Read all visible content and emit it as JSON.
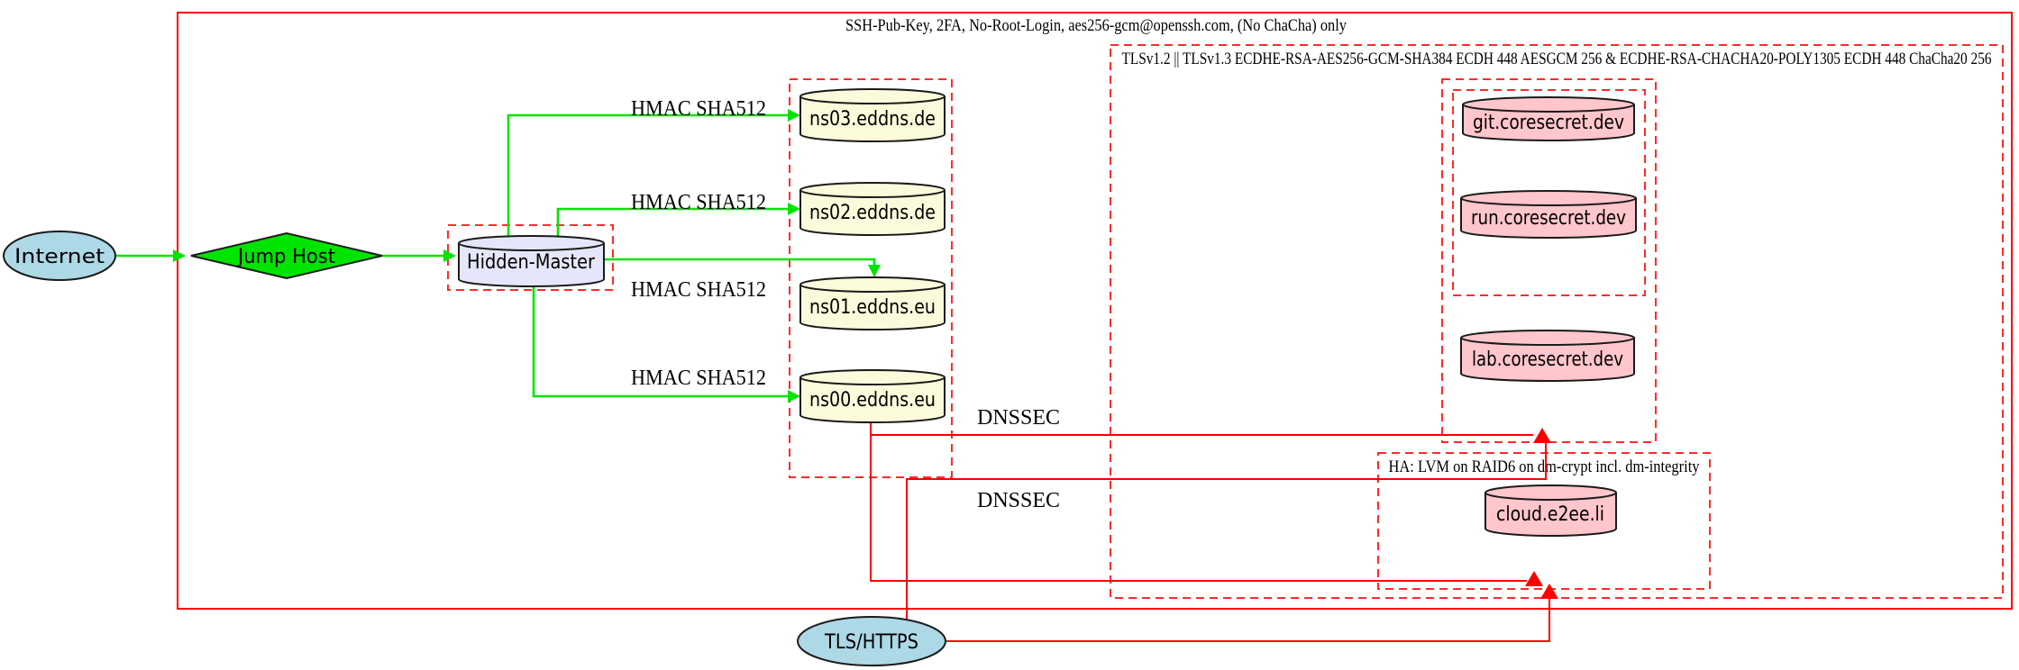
{
  "diagram": {
    "type": "network-architecture-graph",
    "clusters": {
      "ssh_zone": {
        "label": "SSH-Pub-Key, 2FA, No-Root-Login, aes256-gcm@openssh.com, (No ChaCha) only"
      },
      "tls_zone": {
        "label": "TLSv1.2 || TLSv1.3 ECDHE-RSA-AES256-GCM-SHA384 ECDH 448 AESGCM 256 & ECDHE-RSA-CHACHA20-POLY1305 ECDH 448 ChaCha20 256"
      },
      "ha_zone": {
        "label": "HA: LVM on RAID6 on dm-crypt incl. dm-integrity"
      }
    },
    "nodes": {
      "internet": {
        "label": "Internet",
        "shape": "ellipse",
        "fill": "#add8e6"
      },
      "jump_host": {
        "label": "Jump Host",
        "shape": "diamond",
        "fill": "#00e400"
      },
      "hidden_master": {
        "label": "Hidden-Master",
        "shape": "cylinder",
        "fill": "#e6e6fa"
      },
      "ns03": {
        "label": "ns03.eddns.de",
        "shape": "cylinder",
        "fill": "#fbfbdc"
      },
      "ns02": {
        "label": "ns02.eddns.de",
        "shape": "cylinder",
        "fill": "#fbfbdc"
      },
      "ns01": {
        "label": "ns01.eddns.eu",
        "shape": "cylinder",
        "fill": "#fbfbdc"
      },
      "ns00": {
        "label": "ns00.eddns.eu",
        "shape": "cylinder",
        "fill": "#fbfbdc"
      },
      "git": {
        "label": "git.coresecret.dev",
        "shape": "cylinder",
        "fill": "#ffc6cb"
      },
      "run": {
        "label": "run.coresecret.dev",
        "shape": "cylinder",
        "fill": "#ffc6cb"
      },
      "lab": {
        "label": "lab.coresecret.dev",
        "shape": "cylinder",
        "fill": "#ffc6cb"
      },
      "cloud": {
        "label": "cloud.e2ee.li",
        "shape": "cylinder",
        "fill": "#ffc6cb"
      },
      "tls_https": {
        "label": "TLS/HTTPS",
        "shape": "ellipse",
        "fill": "#add8e6"
      }
    },
    "edge_labels": {
      "hmac_ns03": "HMAC SHA512",
      "hmac_ns02": "HMAC SHA512",
      "hmac_ns01": "HMAC SHA512",
      "hmac_ns00": "HMAC SHA512",
      "dnssec_upper": "DNSSEC",
      "dnssec_lower": "DNSSEC"
    },
    "colors": {
      "secure_edge_green": "#00e400",
      "edge_red": "#ff0000",
      "cluster_border_red": "#ff2b2b",
      "node_stroke": "#1a1a1a",
      "background": "#ffffff"
    }
  }
}
